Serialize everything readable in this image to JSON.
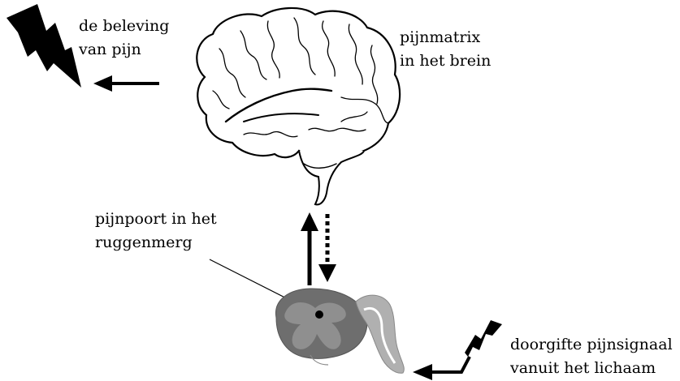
{
  "labels": {
    "pain_experience": {
      "line1": "de beleving",
      "line2": "van pijn"
    },
    "pain_matrix": {
      "line1": "pijnmatrix",
      "line2": "in het brein"
    },
    "pain_gate": {
      "line1": "pijnpoort in het",
      "line2": "ruggenmerg"
    },
    "signal_transmission": {
      "line1": "doorgifte pijnsignaal",
      "line2": "vanuit het lichaam"
    }
  },
  "icons": {
    "brain": "brain-icon",
    "spinal_cord": "spinal-cord-cross-section-icon",
    "lightning_top": "lightning-bolt-icon",
    "lightning_bottom": "lightning-bolt-icon"
  },
  "colors": {
    "ink": "#000000",
    "cord_grey_dark": "#6e6e6e",
    "cord_grey_light": "#b0b0b0",
    "cord_matter": "#8a8a8a"
  }
}
